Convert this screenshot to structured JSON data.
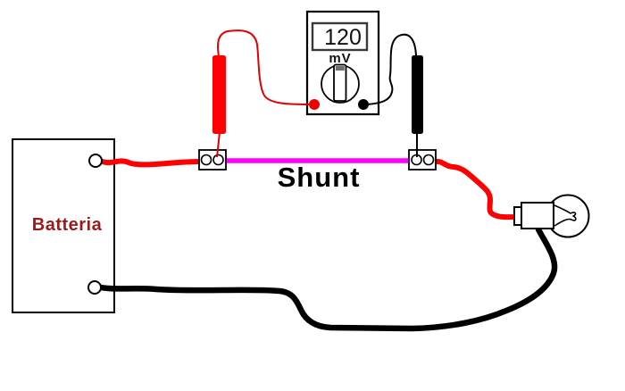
{
  "diagram": {
    "battery": {
      "label": "Batteria",
      "label_color": "#9B1B1B"
    },
    "multimeter": {
      "display_value": "120",
      "unit": "mV",
      "positive_terminal_color": "#EE0000",
      "negative_terminal_color": "#000000"
    },
    "shunt": {
      "label": "Shunt",
      "wire_color": "#FF00FF"
    },
    "wires": {
      "positive_color": "#FF0000",
      "negative_color": "#000000",
      "probe_lead_red": "#E00000",
      "probe_lead_black": "#000000"
    },
    "probes": {
      "red_color": "#FF0000",
      "black_color": "#000000"
    },
    "background": "#FFFFFF"
  }
}
